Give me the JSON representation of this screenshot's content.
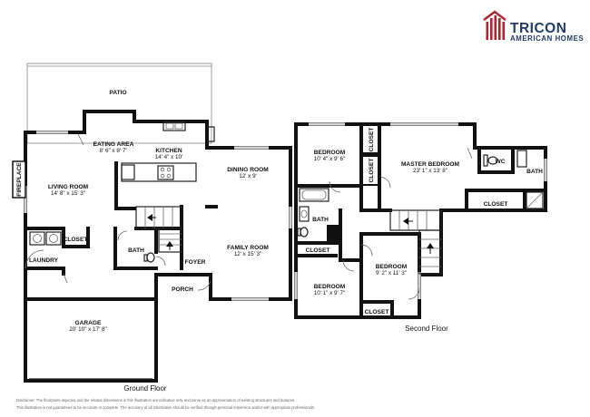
{
  "brand": {
    "name": "TRICON",
    "tagline": "AMERICAN HOMES",
    "color": "#1f3a6b",
    "accent": "#b3232d"
  },
  "ground_floor": {
    "caption": "Ground Floor",
    "patio": "PATIO",
    "fireplace": "FIREPLACE",
    "eating_area": {
      "name": "EATING AREA",
      "dim": "8' 6\" x 8' 7\""
    },
    "kitchen": {
      "name": "KITCHEN",
      "dim": "14' 4\" x 10'"
    },
    "living_room": {
      "name": "LIVING ROOM",
      "dim": "14' 8\" x 15' 3\""
    },
    "dining_room": {
      "name": "DINING ROOM",
      "dim": "12' x 9'"
    },
    "family_room": {
      "name": "FAMILY ROOM",
      "dim": "12' x 15' 3\""
    },
    "closet": "CLOSET",
    "laundry": "LAUNDRY",
    "bath": "BATH",
    "foyer": "FOYER",
    "porch": "PORCH",
    "garage": {
      "name": "GARAGE",
      "dim": "20' 10\" x 17' 8\""
    }
  },
  "second_floor": {
    "caption": "Second Floor",
    "bedroom1": {
      "name": "BEDROOM",
      "dim": "10' 4\" x 9' 6\""
    },
    "master": {
      "name": "MASTER BEDROOM",
      "dim": "23' 1\" x 13' 8\""
    },
    "bedroom2": {
      "name": "BEDROOM",
      "dim": "10' 1\" x 9' 7\""
    },
    "bedroom3": {
      "name": "BEDROOM",
      "dim": "9' 2\" x 11' 3\""
    },
    "closet": "CLOSET",
    "bath": "BATH",
    "wc": "WC"
  },
  "disclaimer": {
    "line1": "Disclaimer: The floorplans depicted and the related dimensions in this illustration are indicative only and serve as an approximation of existing structures and features.",
    "line2": "This illustration is not guaranteed to be accurate or complete. The accuracy of all information should be verified through personal inspection and/or with appropriate professionals."
  }
}
